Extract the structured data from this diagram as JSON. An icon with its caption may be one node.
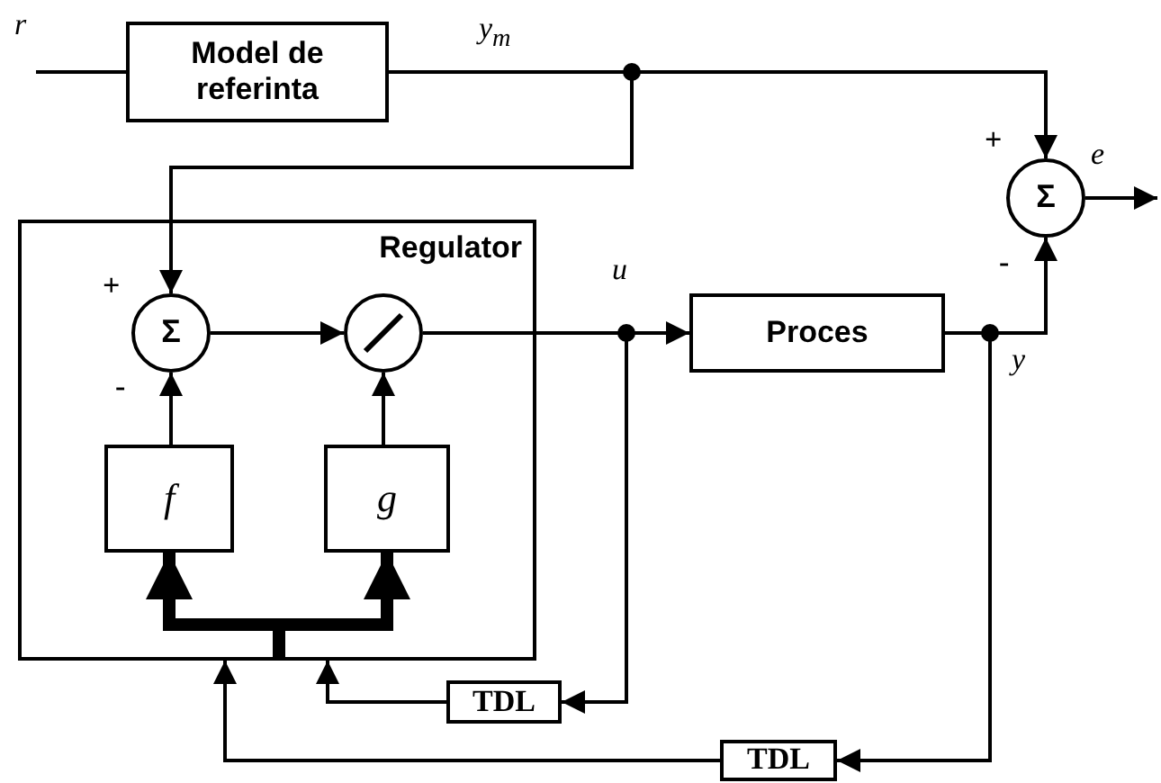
{
  "diagram": {
    "nodes": [
      {
        "text": [
          "Model de referinta"
        ]
      },
      {
        "text": [
          "Regulator"
        ]
      },
      {
        "text": [
          "Σ"
        ],
        "in": 1,
        "beside": [
          "+",
          "-"
        ]
      },
      {
        "text": [],
        "shape": "circle",
        "in": 1
      },
      {
        "text": [
          "f"
        ],
        "in": 1
      },
      {
        "text": [
          "g"
        ],
        "in": 1
      },
      {
        "text": [
          "Proces"
        ]
      },
      {
        "text": [
          "TDL"
        ]
      },
      {
        "text": [
          "TDL"
        ]
      },
      {
        "text": [
          "Σ"
        ],
        "beside": [
          "+",
          "-"
        ]
      }
    ],
    "edges": [
      {
        "from": null,
        "to": 0,
        "arrow": "none"
      },
      {
        "from": 0,
        "to": 9,
        "arrow": "to"
      },
      {
        "from": 0,
        "to": 2,
        "arrow": "to"
      },
      {
        "from": 2,
        "to": 3,
        "arrow": "to"
      },
      {
        "from": 4,
        "to": 2,
        "arrow": "to"
      },
      {
        "from": 5,
        "to": 3,
        "arrow": "to"
      },
      {
        "from": 3,
        "to": 6,
        "arrow": "to"
      },
      {
        "from": 6,
        "to": 9,
        "arrow": "to"
      },
      {
        "from": 9,
        "to": null,
        "arrow": "to"
      },
      {
        "from": 3,
        "to": 7,
        "arrow": "to"
      },
      {
        "from": 6,
        "to": 8,
        "arrow": "to"
      },
      {
        "from": 7,
        "to": 1,
        "arrow": "to"
      },
      {
        "from": 8,
        "to": 1,
        "arrow": "to"
      },
      {
        "from": 1,
        "to": 4,
        "arrow": "to",
        "style": "thick"
      },
      {
        "from": 1,
        "to": 5,
        "arrow": "to",
        "style": "thick"
      }
    ],
    "labels": [
      "r",
      "y$_{m}$",
      "e",
      "u",
      "y"
    ]
  }
}
